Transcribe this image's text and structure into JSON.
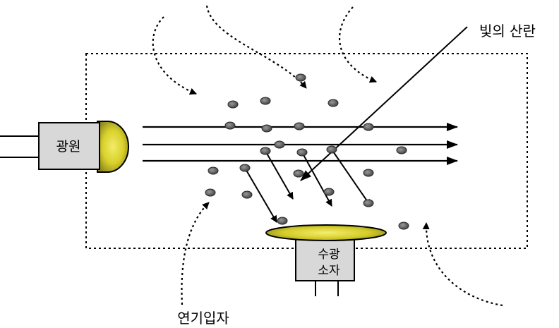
{
  "labels": {
    "light_source": "광원",
    "scattering": "빛의 산란",
    "receiver_line1": "수광",
    "receiver_line2": "소자",
    "smoke_particle": "연기입자"
  },
  "colors": {
    "ink": "#000000",
    "lens_yellow": "#d9d12a",
    "lens_dark": "#8a8420",
    "box_fill": "#d8d8d8",
    "particle": "#555555"
  }
}
